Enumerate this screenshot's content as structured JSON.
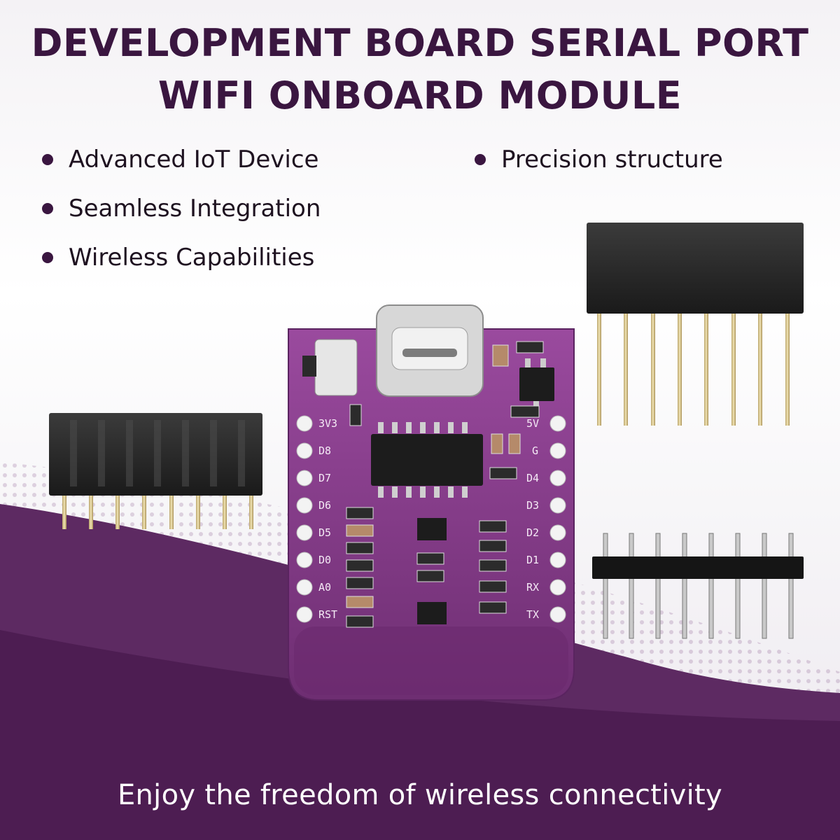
{
  "heading": {
    "line1": "DEVELOPMENT BOARD SERIAL PORT",
    "line2": "WIFI ONBOARD MODULE"
  },
  "features": [
    "Advanced IoT Device",
    "Seamless Integration",
    "Wireless Capabilities",
    "Precision structure"
  ],
  "board": {
    "left_pins": [
      "3V3",
      "D8",
      "D7",
      "D6",
      "D5",
      "D0",
      "A0",
      "RST"
    ],
    "right_pins": [
      "5V",
      "G",
      "D4",
      "D3",
      "D2",
      "D1",
      "RX",
      "TX"
    ]
  },
  "tagline": "Enjoy the freedom of wireless connectivity",
  "colors": {
    "heading": "#3a1640",
    "band": "#4d1d52",
    "pcb": "#8a3c8e",
    "header": "#2a2a2a"
  }
}
